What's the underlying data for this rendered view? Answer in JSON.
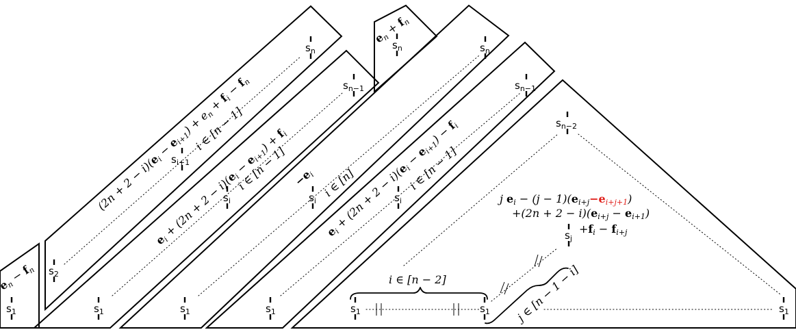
{
  "colors": {
    "ink": "#000000",
    "highlight": "#e0201b",
    "background": "#ffffff"
  },
  "labels": {
    "s1": "s",
    "s1_sub": "1",
    "s2_sub": "2",
    "sn_sub": "n",
    "sn1_sub": "n−1",
    "sn2_sub": "n−2",
    "si1_sub": "i+1",
    "si_sub": "i",
    "sj_sub": "j",
    "s": "s"
  },
  "regions": {
    "r1": {
      "weight": "e",
      "weight_sub": "n",
      "op": " − ",
      "weight2": "f",
      "weight2_sub": "n"
    },
    "r2": {
      "formula": "(2n + 2 − i)(e_i − e_{i+1}) + e_n + f_i − f_n",
      "f1": "(2n + 2 − i)(",
      "f2": "e",
      "f3": "i",
      "f4": " − ",
      "f5": "e",
      "f6": "i+1",
      "f7": ") + e",
      "f8": "n",
      "f9": " + ",
      "f10": "f",
      "f11": "i",
      "f12": " − ",
      "f13": "f",
      "f14": "n",
      "range": "i ∈ [n − 1]"
    },
    "r3": {
      "f1": "e",
      "f2": "i",
      "f3": " + (2n + 2 − i)(",
      "f4": "e",
      "f5": "i",
      "f6": " − ",
      "f7": "e",
      "f8": "i+1",
      "f9": ") + ",
      "f10": "f",
      "f11": "i",
      "range": "i ∈ [n − 1]"
    },
    "r4": {
      "w1": "e",
      "w1_sub": "n",
      "w2": " + ",
      "w3": "f",
      "w3_sub": "n"
    },
    "r5": {
      "neg": "−e",
      "neg_sub": "i",
      "range": "i ∈ [n]"
    },
    "r6": {
      "f1": "e",
      "f2": "i",
      "f3": " + (2n + 2 − i)(",
      "f4": "e",
      "f5": "i",
      "f6": " − ",
      "f7": "e",
      "f8": "i+1",
      "f9": ") − ",
      "f10": "f",
      "f11": "i",
      "range": "i ∈ [n − 1]"
    },
    "r7": {
      "line1_a": "j ",
      "line1_b": "e",
      "line1_c": "i",
      "line1_d": " − (j − 1)(",
      "line1_e": "e",
      "line1_f": "i+j",
      "line1_g": "−e",
      "line1_h": "i+j+1",
      "line1_i": ")",
      "line2_a": "+(2n + 2 − i)(",
      "line2_b": "e",
      "line2_c": "i+j",
      "line2_d": " − ",
      "line2_e": "e",
      "line2_f": "i+1",
      "line2_g": ")",
      "line3_a": "+",
      "line3_b": "f",
      "line3_c": "i",
      "line3_d": " − ",
      "line3_e": "f",
      "line3_f": "i+j",
      "brace_i": "i ∈ [n − 2]",
      "brace_j": "j ∈ [n − 1 − i]"
    }
  }
}
